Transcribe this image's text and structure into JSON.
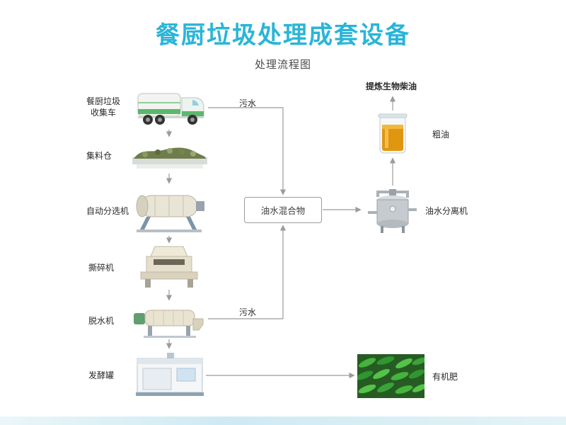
{
  "page": {
    "title": "餐厨垃圾处理成套设备",
    "subtitle": "处理流程图"
  },
  "steps": [
    {
      "label": "餐厨垃圾收集车"
    },
    {
      "label": "集料仓"
    },
    {
      "label": "自动分选机"
    },
    {
      "label": "撕碎机"
    },
    {
      "label": "脱水机"
    },
    {
      "label": "发酵罐"
    }
  ],
  "flow_labels": {
    "sewage_top": "污水",
    "sewage_bottom": "污水",
    "mixture": "油水混合物",
    "separator": "油水分离机",
    "crude_oil": "粗油",
    "biodiesel": "提炼生物柴油",
    "fertilizer": "有机肥"
  },
  "images": {
    "truck": "kitchen-waste-collection-truck",
    "conveyor": "material-collection-bin-conveyor",
    "drum": "automatic-sorting-drum",
    "shredder": "shredder-machine",
    "dewater": "dewatering-screw-press",
    "ferment": "fermentation-tank",
    "crude_oil": "crude-oil-beaker",
    "separator": "oil-water-separator-tank",
    "fertilizer": "organic-fertilizer-greens"
  },
  "colors": {
    "title": "#29b5d8",
    "subtitle": "#4a4a4a",
    "label": "#2b2b2b",
    "line": "#9b9b9b"
  }
}
